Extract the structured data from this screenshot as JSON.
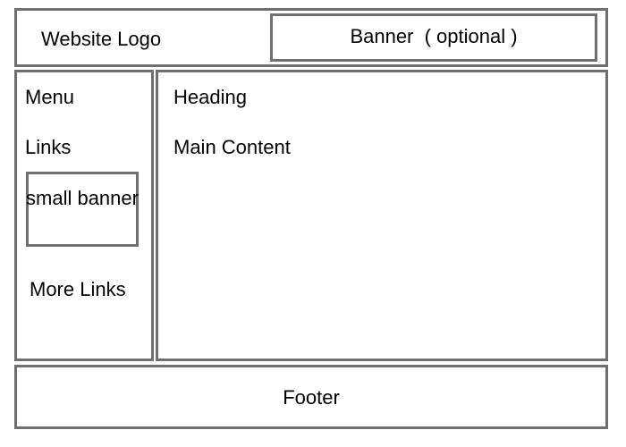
{
  "header": {
    "logo_label": "Website Logo",
    "banner_label": "Banner  ( optional )"
  },
  "sidebar": {
    "menu_label": "Menu",
    "links_label": "Links",
    "small_banner_label": "small banner",
    "more_links_label": "More Links"
  },
  "main": {
    "heading_label": "Heading",
    "content_label": "Main Content"
  },
  "footer": {
    "label": "Footer"
  },
  "colors": {
    "border": "#6f6f6f",
    "background": "#ffffff",
    "text": "#000000"
  }
}
